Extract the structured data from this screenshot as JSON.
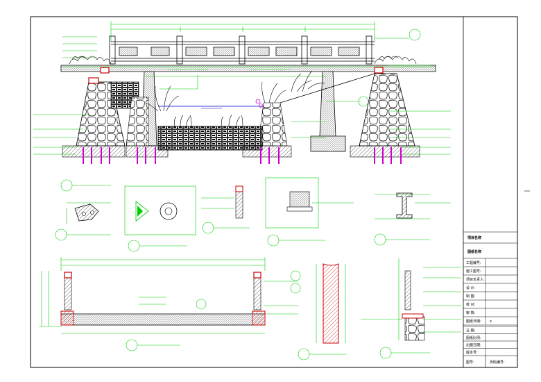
{
  "colors": {
    "background": "#ffffff",
    "border": "#000000",
    "dimension_lines": "#00cc00",
    "hatch": "#000000",
    "steel": "#cc0000",
    "piles": "#cc00cc",
    "water": "#0000cc",
    "highlight": "#ff0000"
  },
  "title_block": {
    "project_name_label": "项目名称",
    "drawing_name_label": "图纸名称",
    "rows": [
      {
        "label": "工程编号:",
        "value": ""
      },
      {
        "label": "施工图号:",
        "value": ""
      },
      {
        "label": "项目负责人:",
        "value": ""
      },
      {
        "label": "设 计:",
        "value": ""
      },
      {
        "label": "制 图:",
        "value": ""
      },
      {
        "label": "校 对:",
        "value": ""
      },
      {
        "label": "审 核:",
        "value": ""
      },
      {
        "label": "图纸日期:",
        "value": "x"
      }
    ],
    "lower_rows": [
      {
        "label": "日 期:"
      },
      {
        "label": "图纸比例:"
      },
      {
        "label": "出图日期:"
      },
      {
        "label": "版本号:"
      }
    ],
    "footer_left": "图号:",
    "footer_right": "页码编号:"
  }
}
